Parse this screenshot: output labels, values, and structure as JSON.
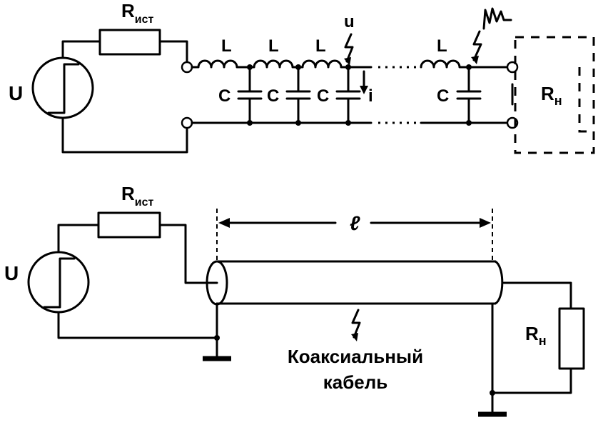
{
  "top_circuit": {
    "source_label": "U",
    "resistor_label": "R",
    "resistor_subscript": "ист",
    "inductor_labels": [
      "L",
      "L",
      "L",
      "L"
    ],
    "capacitor_labels": [
      "C",
      "C",
      "C",
      "C"
    ],
    "voltage_label": "u",
    "current_label": "i",
    "load_label": "R",
    "load_subscript": "н"
  },
  "bottom_circuit": {
    "source_label": "U",
    "resistor_label": "R",
    "resistor_subscript": "ист",
    "length_label": "ℓ",
    "cable_label_line1": "Коаксиальный",
    "cable_label_line2": "кабель",
    "load_label": "R",
    "load_subscript": "н"
  }
}
